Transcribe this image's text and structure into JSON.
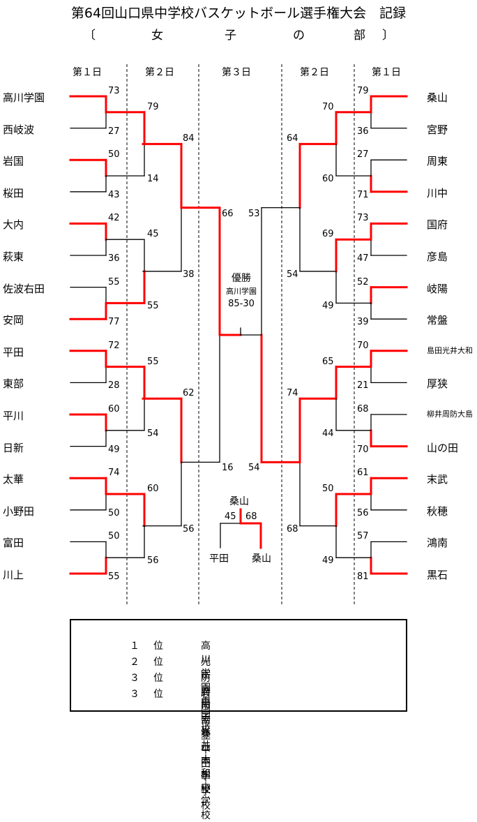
{
  "title": "第64回山口県中学校バスケットボール選手権大会　記録",
  "subtitle": {
    "open": "〔",
    "c1": "女",
    "c2": "子",
    "c3": "の",
    "c4": "部",
    "close": "〕"
  },
  "days": [
    "第１日",
    "第２日",
    "第３日",
    "第２日",
    "第１日"
  ],
  "left_teams": [
    "高川学園",
    "西岐波",
    "岩国",
    "桜田",
    "大内",
    "萩東",
    "佐波右田",
    "安岡",
    "平田",
    "東部",
    "平川",
    "日新",
    "太華",
    "小野田",
    "富田",
    "川上"
  ],
  "right_teams": [
    "桑山",
    "宮野",
    "周東",
    "川中",
    "国府",
    "彦島",
    "岐陽",
    "常盤",
    "島田光井大和",
    "厚狭",
    "柳井周防大島",
    "山の田",
    "末武",
    "秋穂",
    "鴻南",
    "黒石"
  ],
  "left_r1_scores": [
    "73",
    "27",
    "50",
    "43",
    "42",
    "36",
    "55",
    "77",
    "72",
    "28",
    "60",
    "49",
    "74",
    "50",
    "50",
    "55"
  ],
  "right_r1_scores": [
    "79",
    "36",
    "27",
    "71",
    "73",
    "47",
    "52",
    "39",
    "70",
    "21",
    "68",
    "70",
    "61",
    "56",
    "57",
    "81"
  ],
  "left_r2_scores": [
    "79",
    "14",
    "45",
    "55",
    "55",
    "54",
    "60",
    "56"
  ],
  "right_r2_scores": [
    "70",
    "60",
    "69",
    "49",
    "65",
    "44",
    "50",
    "49"
  ],
  "left_r3_scores": [
    "84",
    "38",
    "62",
    "56"
  ],
  "right_r3_scores": [
    "64",
    "54",
    "74",
    "68"
  ],
  "left_semi_scores": [
    "66",
    "16"
  ],
  "right_semi_scores": [
    "53",
    "54"
  ],
  "final": {
    "label": "優勝",
    "champion": "高川学園",
    "score": "85-30"
  },
  "third_place": {
    "winner": "桑山",
    "score_left": "45",
    "score_right": "68",
    "team_left": "平田",
    "team_right": "桑山"
  },
  "results": [
    {
      "place": "１",
      "unit": "位",
      "school": "高川学園中学校"
    },
    {
      "place": "２",
      "unit": "位",
      "school": "光市立島田光井大和中学校"
    },
    {
      "place": "３",
      "unit": "位",
      "school": "防府市立桑山中学校"
    },
    {
      "place": "３",
      "unit": "位",
      "school": "岩国市立平田中学校"
    }
  ],
  "colors": {
    "win": "#ff0000",
    "line": "#000000"
  }
}
